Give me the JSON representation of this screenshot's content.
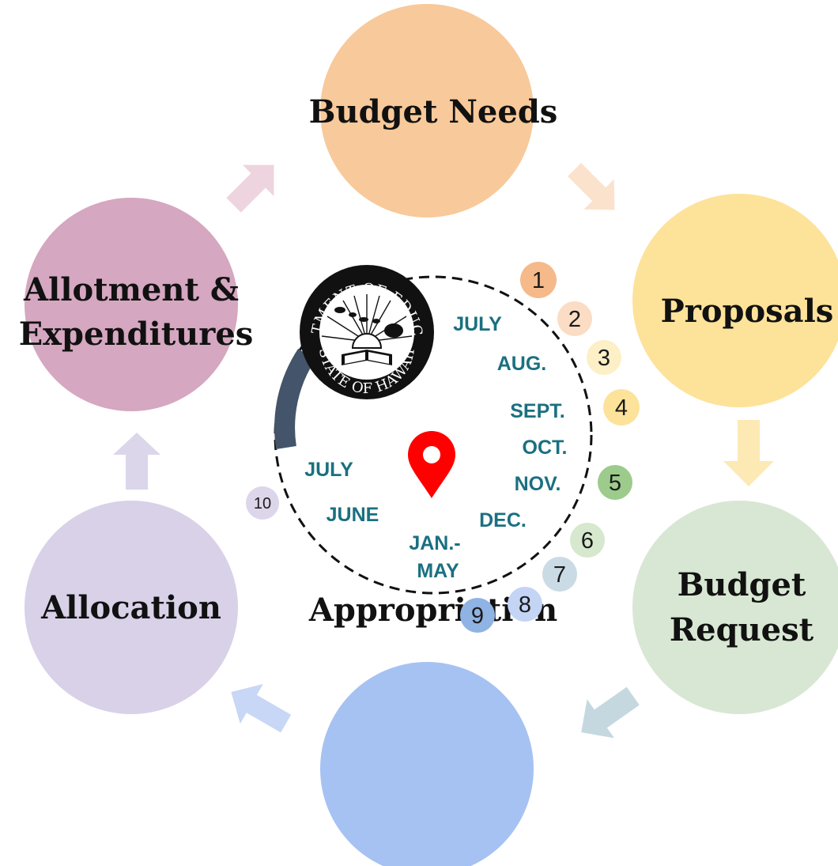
{
  "stages": {
    "budget_needs": {
      "label": "Budget Needs",
      "color": "#f8c99a"
    },
    "proposals": {
      "label": "Proposals",
      "color": "#fde29a"
    },
    "budget_request": {
      "label_line1": "Budget",
      "label_line2": "Request",
      "color": "#d8e7d3"
    },
    "appropriation": {
      "label": "Appropriation",
      "color": "#a6c2f2"
    },
    "allocation": {
      "label": "Allocation",
      "color": "#d9d1e8"
    },
    "allotment": {
      "label_line1": "Allotment &",
      "label_line2": "Expenditures",
      "color": "#d5a7c0"
    }
  },
  "months": {
    "july_top": "JULY",
    "aug": "AUG.",
    "sept": "SEPT.",
    "oct": "OCT.",
    "nov": "NOV.",
    "dec": "DEC.",
    "jan_line1": "JAN.-",
    "jan_line2": "MAY",
    "june": "JUNE",
    "july_bottom": "JULY"
  },
  "steps": [
    {
      "number": "1",
      "color": "#f5b98a"
    },
    {
      "number": "2",
      "color": "#fbdcc4"
    },
    {
      "number": "3",
      "color": "#fdefc6"
    },
    {
      "number": "4",
      "color": "#fde29a"
    },
    {
      "number": "5",
      "color": "#9ccb8c"
    },
    {
      "number": "6",
      "color": "#d6e8cd"
    },
    {
      "number": "7",
      "color": "#cbdbe5"
    },
    {
      "number": "8",
      "color": "#c3d4f5"
    },
    {
      "number": "9",
      "color": "#8fb3e3"
    },
    {
      "number": "10",
      "color": "#ddd5ea"
    }
  ],
  "seal": {
    "top_text": "DEPARTMENT OF EDUCATION",
    "bottom_text": "STATE OF HAWAII"
  },
  "colors": {
    "current_marker": "#ff0000",
    "progress_arc": "#44546a",
    "month_text": "#1a7080"
  }
}
